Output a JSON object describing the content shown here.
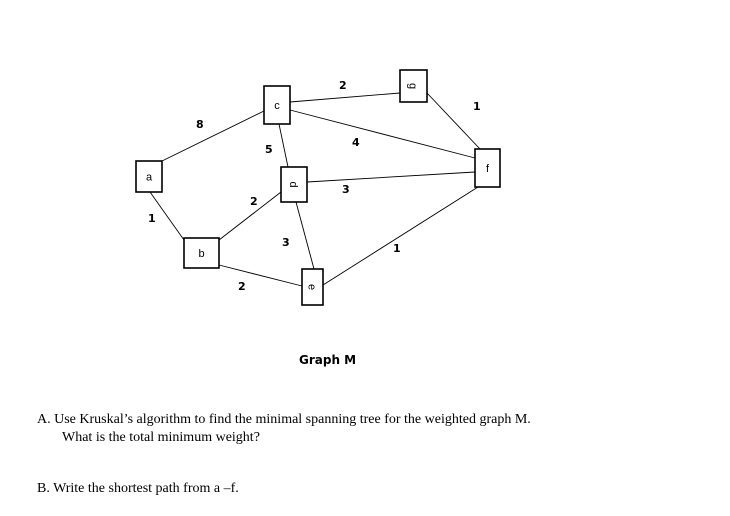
{
  "diagram": {
    "nodes": [
      {
        "id": "a",
        "label": "a"
      },
      {
        "id": "b",
        "label": "b"
      },
      {
        "id": "c",
        "label": "c"
      },
      {
        "id": "d",
        "label": "d"
      },
      {
        "id": "e",
        "label": "e"
      },
      {
        "id": "f",
        "label": "f"
      },
      {
        "id": "g",
        "label": "g"
      }
    ],
    "edges": [
      {
        "from": "a",
        "to": "c",
        "weight": "8"
      },
      {
        "from": "a",
        "to": "b",
        "weight": "1"
      },
      {
        "from": "c",
        "to": "g",
        "weight": "2"
      },
      {
        "from": "c",
        "to": "f",
        "weight": "4"
      },
      {
        "from": "c",
        "to": "d",
        "weight": "5"
      },
      {
        "from": "g",
        "to": "f",
        "weight": "1"
      },
      {
        "from": "d",
        "to": "f",
        "weight": "3"
      },
      {
        "from": "b",
        "to": "d",
        "weight": "2"
      },
      {
        "from": "d",
        "to": "e",
        "weight": "3"
      },
      {
        "from": "b",
        "to": "e",
        "weight": "2"
      },
      {
        "from": "e",
        "to": "f",
        "weight": "1"
      }
    ],
    "caption": "Graph M"
  },
  "questions": {
    "a": {
      "line1": "A.  Use Kruskal’s algorithm to find the minimal spanning tree for the weighted graph M.",
      "line2": "What is the total minimum weight?"
    },
    "b": {
      "line1": "B.  Write the shortest path from a –f."
    }
  }
}
